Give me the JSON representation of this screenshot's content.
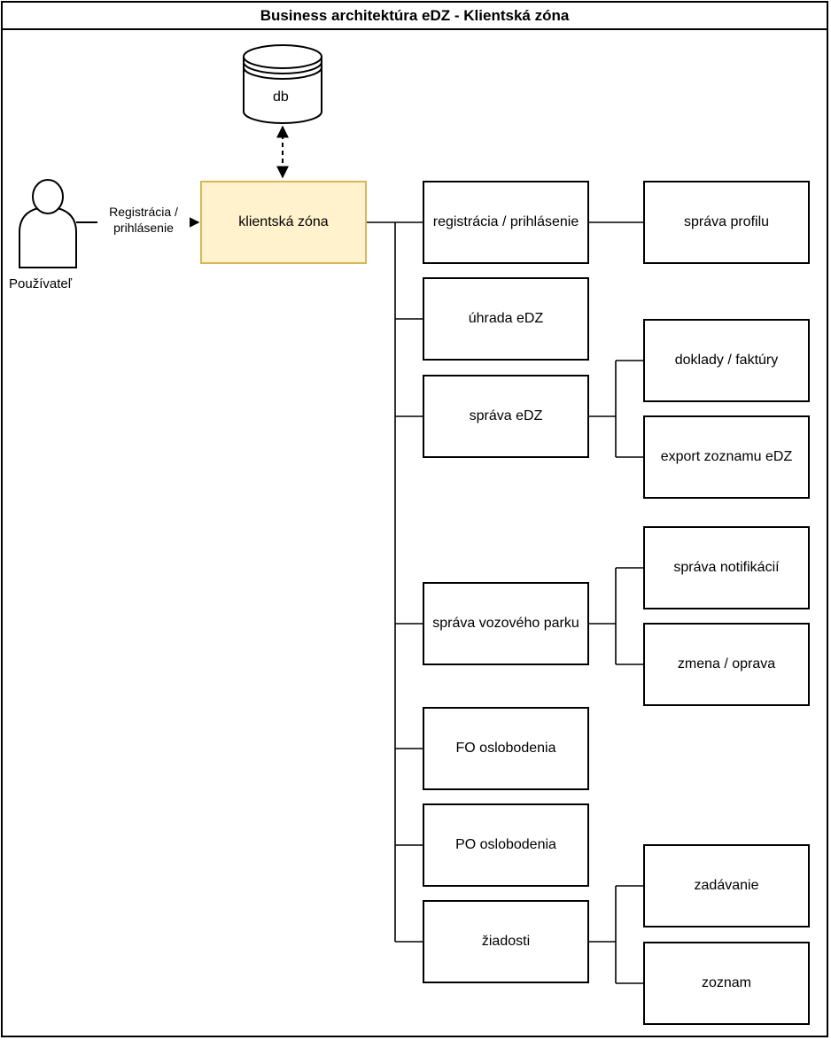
{
  "title": "Business architektúra eDZ - Klientská zóna",
  "actor": {
    "label": "Používateľ",
    "icon": "user-actor-icon"
  },
  "database": {
    "label": "db",
    "icon": "database-cylinder-icon"
  },
  "client_zone": {
    "label": "klientská zóna",
    "fill": "#fff2cc",
    "stroke": "#d6b656"
  },
  "edge_login_label": "Registrácia / prihlásenie",
  "modules": {
    "registration": "registrácia / prihlásenie",
    "payment": "úhrada eDZ",
    "manage_edz": "správa eDZ",
    "fleet": "správa vozového parku",
    "fo_exemptions": "FO oslobodenia",
    "po_exemptions": "PO oslobodenia",
    "requests": "žiadosti"
  },
  "submodules": {
    "profile": "správa profilu",
    "documents": "doklady / faktúry",
    "export": "export zoznamu eDZ",
    "notifications": "správa notifikácií",
    "change": "zmena / oprava",
    "entry": "zadávanie",
    "list": "zoznam"
  }
}
